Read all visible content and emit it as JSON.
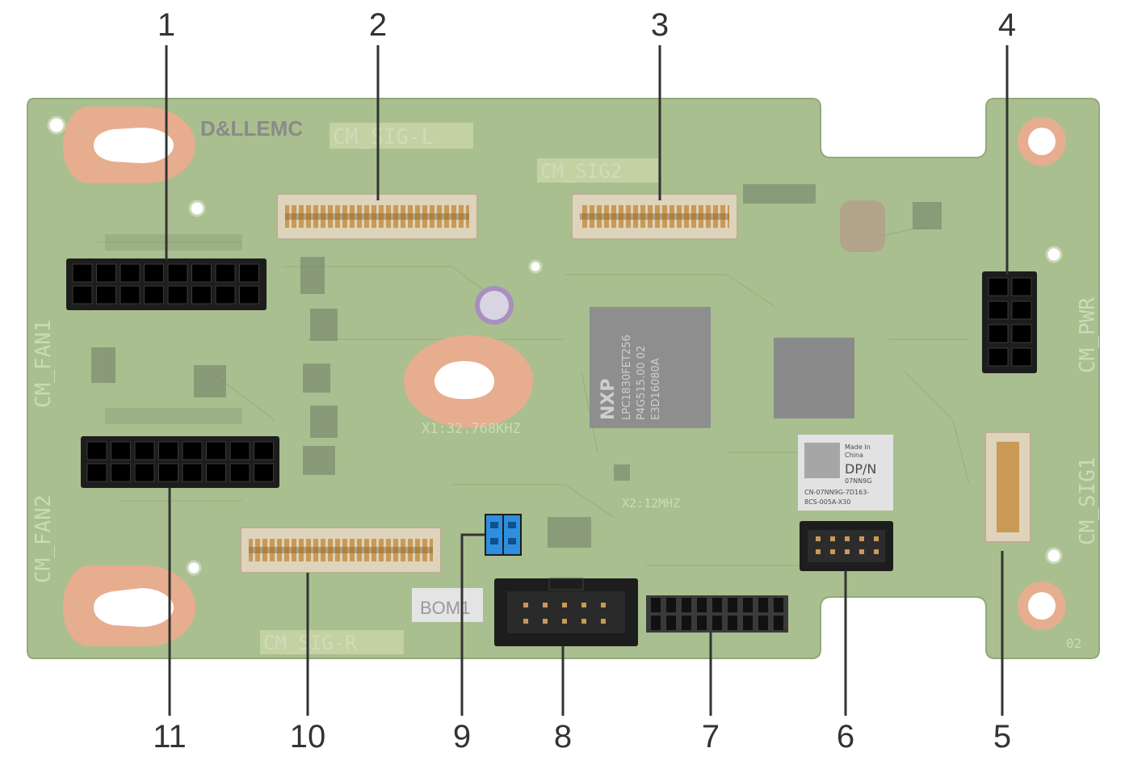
{
  "callouts": [
    "1",
    "2",
    "3",
    "4",
    "5",
    "6",
    "7",
    "8",
    "9",
    "10",
    "11"
  ],
  "board": {
    "logo": "D&LLEMC",
    "silkscreen": {
      "sig_l": "CM_SIG-L",
      "sig2": "CM_SIG2",
      "fan1": "CM_FAN1",
      "fan2": "CM_FAN2",
      "sig_r": "CM_SIG-R",
      "pwr": "CM_PWR",
      "sig1": "CM_SIG1",
      "bom": "BOM1",
      "crystal1": "X1:32.768KHZ",
      "crystal2": "X2:12MHZ",
      "rev": "02"
    },
    "chip_text": [
      "NXP",
      "LPC1830FET256",
      "P4G515.00 02",
      "E3D16080A"
    ],
    "label_sticker": {
      "made_in": "Made In",
      "country": "China",
      "dpn": "DP/N",
      "part": "07NN9G",
      "cn": "CN-07NN9G-7D163-",
      "serial": "8CS-005A-X30"
    }
  },
  "colors": {
    "board": "#a9bf8f",
    "board_edge": "#9db182",
    "mount_pad": "#e7ad8f",
    "connector_black": "#1d1d1d",
    "ribbon_beige": "#ded3bb",
    "jumper_blue": "#2e8fe0",
    "callout_line": "#333333"
  }
}
